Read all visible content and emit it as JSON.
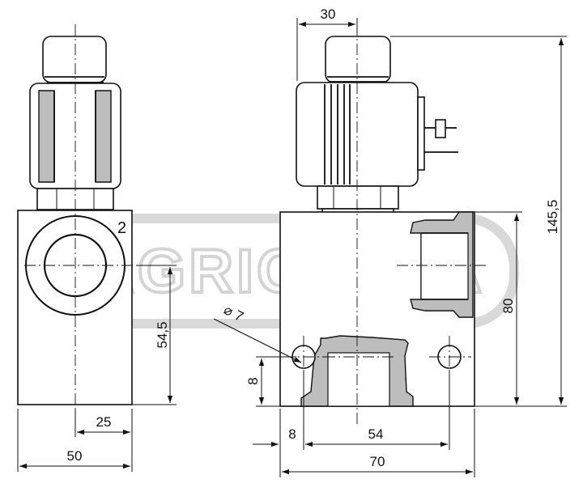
{
  "watermark": {
    "text": "AGRICOLLA"
  },
  "labels": {
    "port_number": "2",
    "hole_diameter": "⌀ 7"
  },
  "dimensions": {
    "coil_width": "30",
    "total_height": "145,5",
    "body_height": "80",
    "port_height": "54,5",
    "port_offset": "25",
    "body_width_side": "50",
    "hole_height": "8",
    "hole_offset": "8",
    "hole_spacing": "54",
    "body_width_front": "70"
  }
}
